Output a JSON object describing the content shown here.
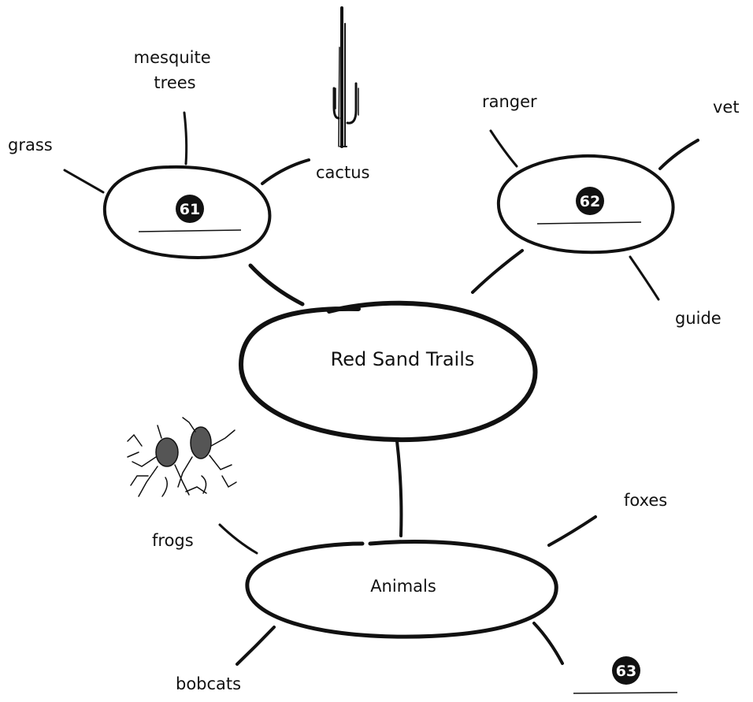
{
  "center": {
    "label": "Red Sand Trails"
  },
  "plants": {
    "blank_number": "61",
    "spokes": [
      "grass",
      "mesquite trees",
      "cactus"
    ]
  },
  "jobs": {
    "blank_number": "62",
    "spokes": [
      "ranger",
      "vet",
      "guide"
    ]
  },
  "animals": {
    "label": "Animals",
    "spokes": [
      "frogs",
      "foxes",
      "bobcats"
    ],
    "blank_number": "63"
  },
  "illustrations": [
    "cactus-illustration",
    "frogs-illustration"
  ],
  "colors": {
    "ink": "#111111",
    "paper": "#ffffff",
    "badge_text": "#ffffff"
  }
}
